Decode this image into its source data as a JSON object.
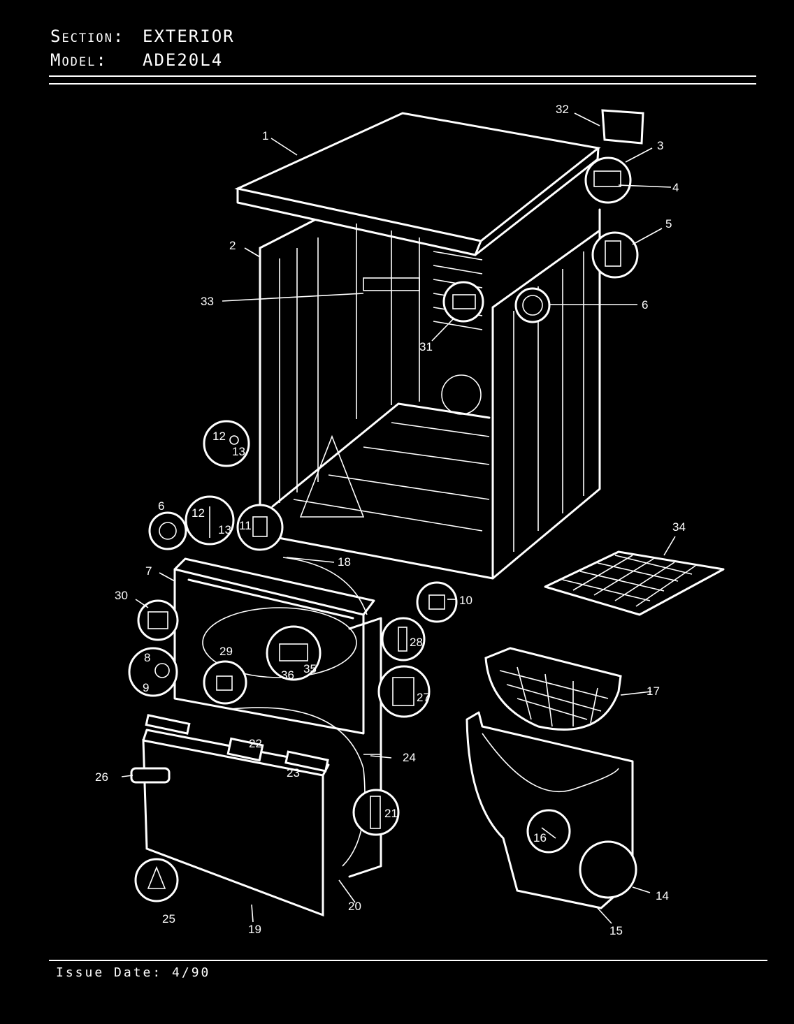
{
  "header": {
    "section_label": "Section:",
    "section_value": "EXTERIOR",
    "model_label": "Model:",
    "model_value": "ADE20L4"
  },
  "footer": {
    "issue_date": "Issue Date: 4/90"
  },
  "callouts": {
    "c1": "1",
    "c2": "2",
    "c3": "3",
    "c4": "4",
    "c5": "5",
    "c6": "6",
    "c6b": "6",
    "c7": "7",
    "c8": "8",
    "c9": "9",
    "c10": "10",
    "c11": "11",
    "c12": "12",
    "c12b": "12",
    "c13": "13",
    "c13b": "13",
    "c14": "14",
    "c15": "15",
    "c16": "16",
    "c17": "17",
    "c18": "18",
    "c19": "19",
    "c20": "20",
    "c21": "21",
    "c22": "22",
    "c23": "23",
    "c24": "24",
    "c25": "25",
    "c26": "26",
    "c27": "27",
    "c28": "28",
    "c29": "29",
    "c30": "30",
    "c31": "31",
    "c32": "32",
    "c33": "33",
    "c34": "34",
    "c35": "35",
    "c36": "36"
  }
}
